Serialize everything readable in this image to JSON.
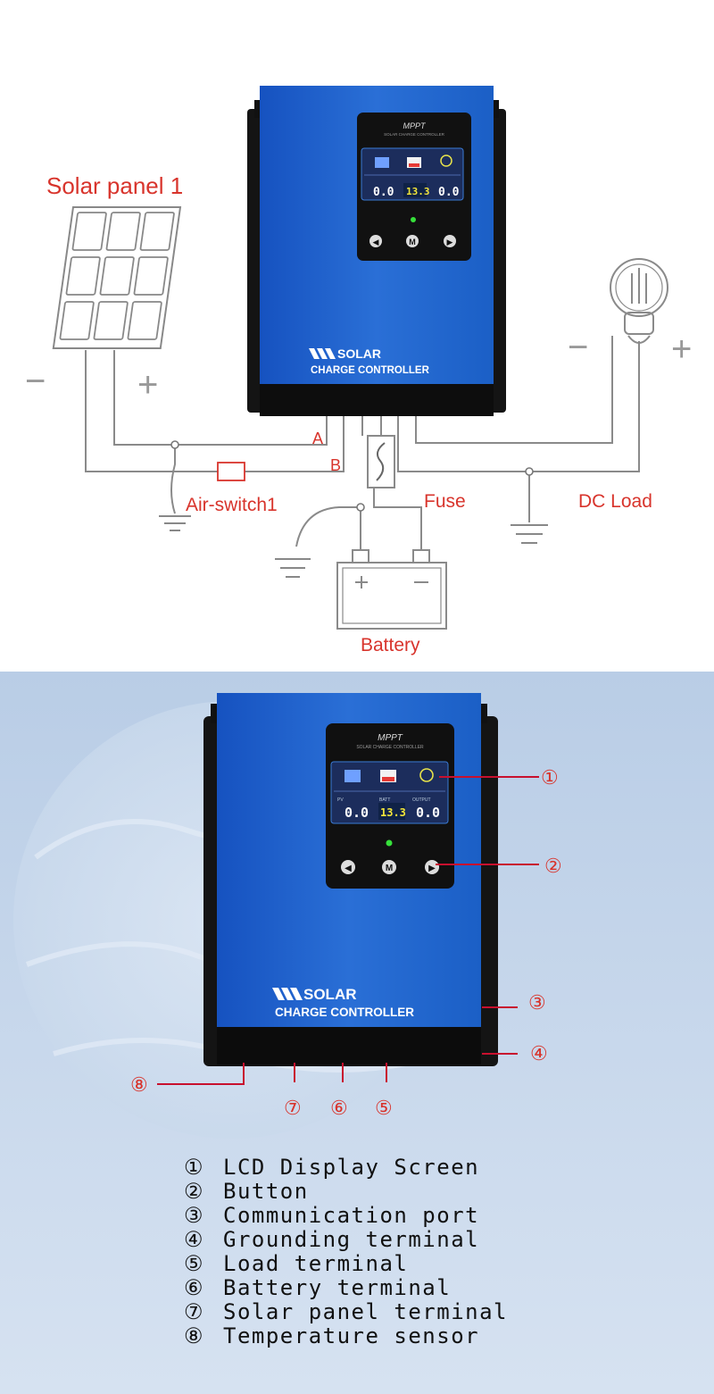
{
  "diagram_top": {
    "solar_panel_label": "Solar panel 1",
    "minus_sign": "−",
    "plus_sign": "+",
    "line_a": "A",
    "line_b": "B",
    "air_switch_label": "Air-switch1",
    "fuse_label": "Fuse",
    "dc_load_label": "DC Load",
    "battery_label": "Battery"
  },
  "controller": {
    "brand_text": "SOLAR",
    "subtitle": "CHARGE CONTROLLER",
    "lcd_title": "MPPT",
    "lcd_subtitle": "SOLAR CHARGE CONTROLLER",
    "pv_label": "PV",
    "batt_label": "BATT",
    "output_label": "OUTPUT",
    "pv_value": "0.0",
    "batt_value": "13.3",
    "output_value": "0.0",
    "button_left": "◀",
    "button_menu": "M",
    "button_right": "▶"
  },
  "callouts": [
    "①",
    "②",
    "③",
    "④",
    "⑤",
    "⑥",
    "⑦",
    "⑧"
  ],
  "legend": [
    {
      "num": "①",
      "text": "LCD Display Screen"
    },
    {
      "num": "②",
      "text": "Button"
    },
    {
      "num": "③",
      "text": "Communication port"
    },
    {
      "num": "④",
      "text": "Grounding terminal"
    },
    {
      "num": "⑤",
      "text": "Load terminal"
    },
    {
      "num": "⑥",
      "text": "Battery terminal"
    },
    {
      "num": "⑦",
      "text": "Solar panel terminal"
    },
    {
      "num": "⑧",
      "text": "Temperature sensor"
    }
  ],
  "colors": {
    "wire": "#777777",
    "label_red": "#d8342c",
    "controller_blue": "#1f5fc4",
    "callout_red": "#c8102e",
    "bottom_bg": "#c4d5ea"
  }
}
